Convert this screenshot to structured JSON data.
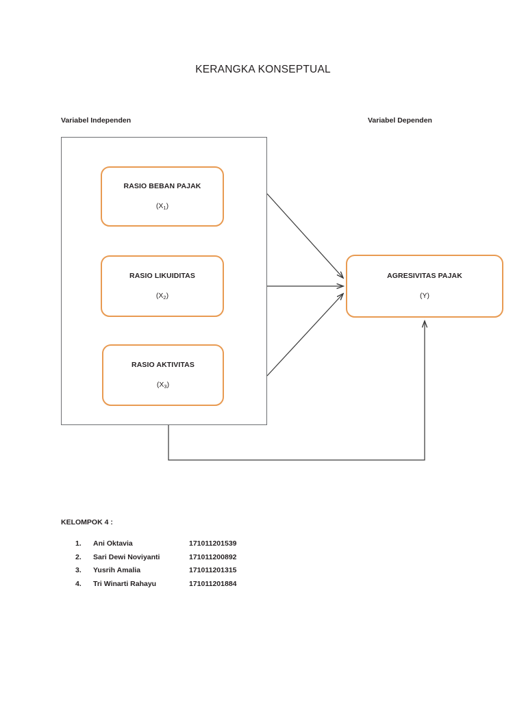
{
  "document": {
    "title": "KERANGKA KONSEPTUAL"
  },
  "captions": {
    "independent": "Variabel Independen",
    "dependent": "Variabel Dependen"
  },
  "colors": {
    "box_border_orange": "#e89a51",
    "container_border_gray": "#6d6e71",
    "arrow_gray": "#3b3b3b",
    "text": "#231f20",
    "background": "#ffffff"
  },
  "diagram": {
    "type": "conceptual-framework",
    "independent_variables": [
      {
        "label": "RASIO BEBAN PAJAK",
        "code": "(X",
        "subscript": "1",
        "code_close": ")"
      },
      {
        "label": "RASIO LIKUIDITAS",
        "code": "(X",
        "subscript": "2",
        "code_close": ")"
      },
      {
        "label": "RASIO AKTIVITAS",
        "code": "(X",
        "subscript": "3",
        "code_close": ")"
      }
    ],
    "dependent_variable": {
      "label": "AGRESIVITAS PAJAK",
      "code": "(Y)"
    },
    "arrows": [
      {
        "name": "x1-to-y",
        "style": "diagonal",
        "from": "independent-container-right-edge",
        "to": "dependent-box-left-edge"
      },
      {
        "name": "x2-to-y",
        "style": "straight",
        "from": "independent-container-right-edge",
        "to": "dependent-box-left-edge"
      },
      {
        "name": "x3-to-y",
        "style": "diagonal",
        "from": "independent-container-right-edge",
        "to": "dependent-box-left-edge"
      },
      {
        "name": "simultaneous-to-y",
        "style": "elbow",
        "from": "independent-container-bottom-edge",
        "to": "dependent-box-bottom-edge"
      }
    ]
  },
  "footer": {
    "group_heading": "KELOMPOK 4 :",
    "members": [
      {
        "number": "1.",
        "name": "Ani Oktavia",
        "id": "171011201539"
      },
      {
        "number": "2.",
        "name": "Sari Dewi Noviyanti",
        "id": "171011200892"
      },
      {
        "number": "3.",
        "name": "Yusrih Amalia",
        "id": "171011201315"
      },
      {
        "number": "4.",
        "name": "Tri Winarti Rahayu",
        "id": "171011201884"
      }
    ]
  }
}
